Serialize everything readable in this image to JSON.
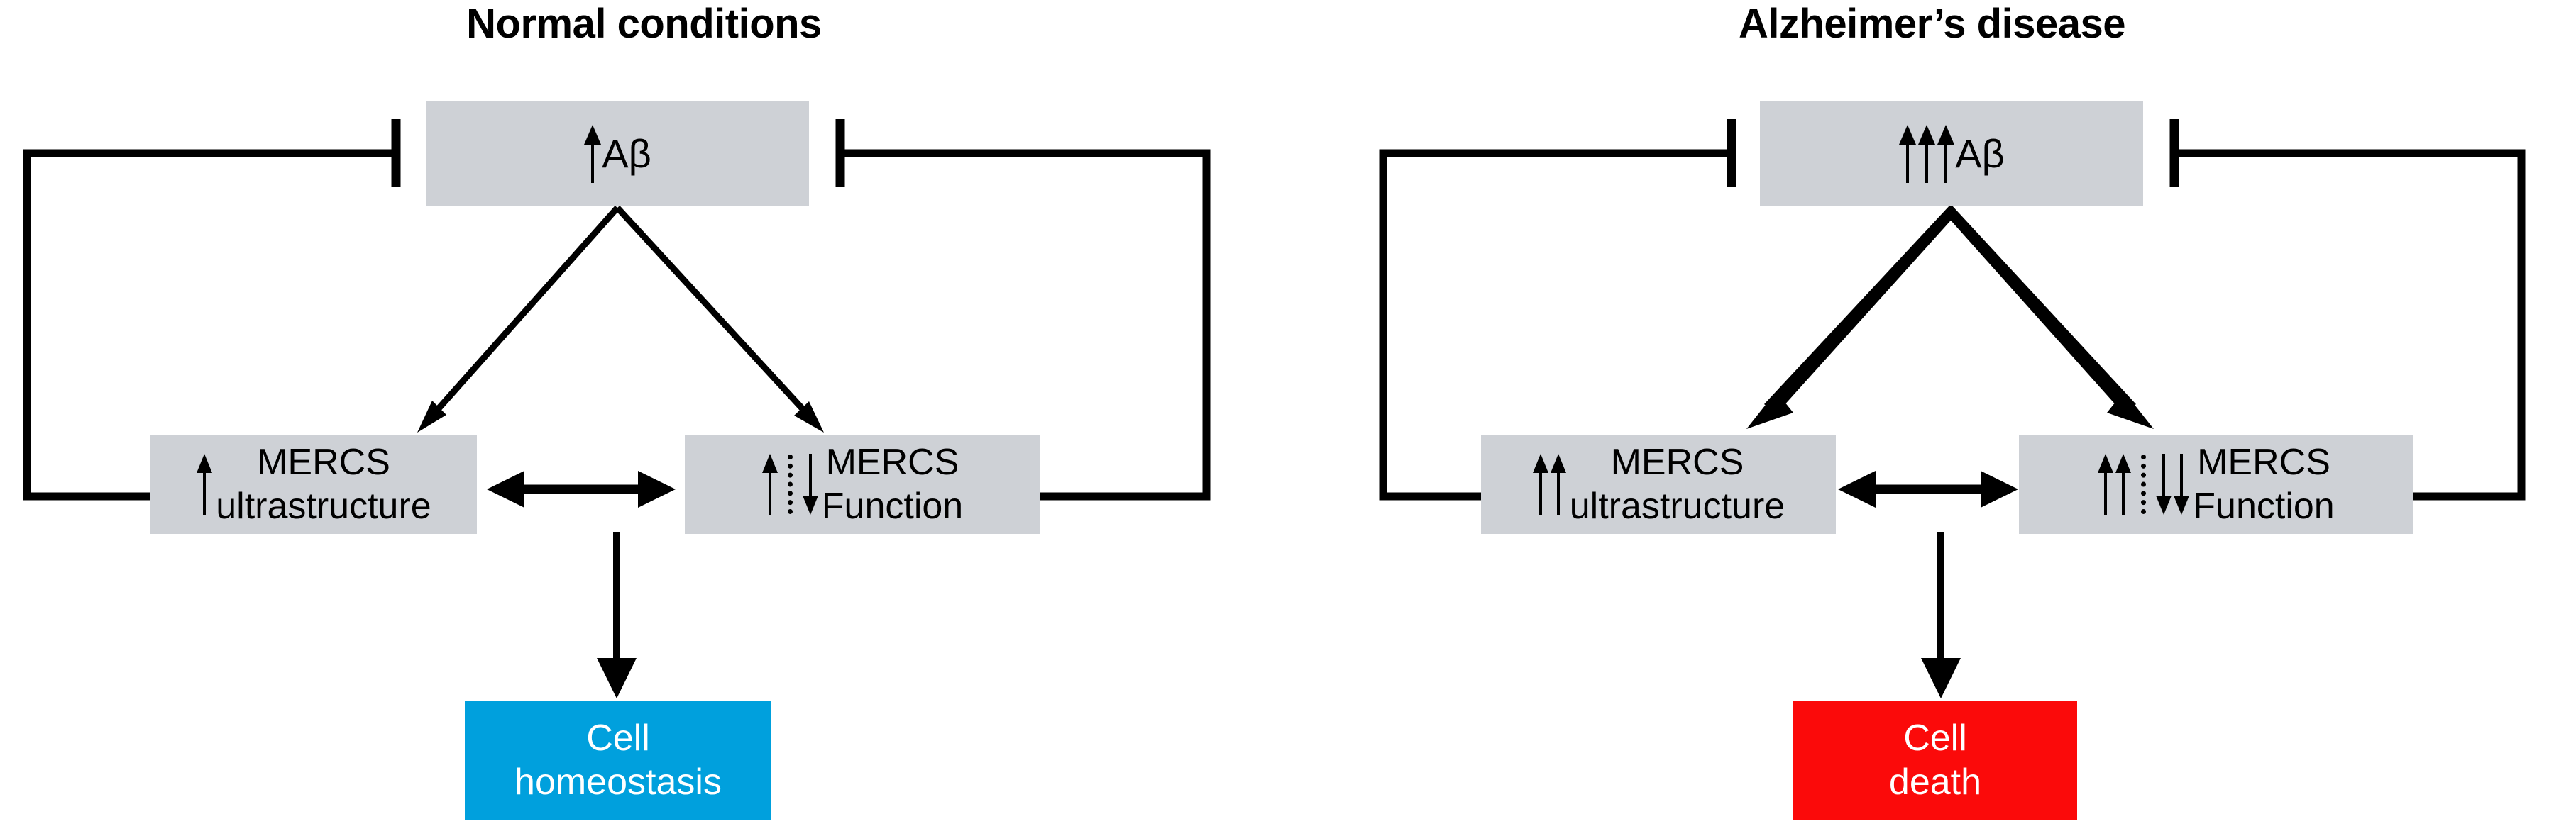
{
  "figure": {
    "background": "#ffffff",
    "colors": {
      "node_grey": "#ced1d6",
      "homeostasis_blue": "#00a0dd",
      "death_red": "#fb0a0a",
      "stroke_black": "#000000",
      "text_white": "#ffffff"
    }
  },
  "panels": [
    {
      "id": "normal",
      "title": "Normal conditions",
      "abeta": {
        "label": "Aβ",
        "up_arrows": 1,
        "down_arrows": 0,
        "icon": "up-arrow-icon"
      },
      "ultrastructure": {
        "line1": "MERCS",
        "line2": "ultrastructure",
        "up_arrows": 1,
        "down_arrows": 0
      },
      "function": {
        "line1": "MERCS",
        "line2": "Function",
        "up_arrows": 1,
        "down_arrows": 1,
        "separator": "dotted-vertical-divider"
      },
      "outcome": {
        "line1": "Cell",
        "line2": "homeostasis",
        "color": "#00a0dd"
      },
      "edges": {
        "branch_weight": "thin",
        "bidirectional_label": "",
        "feedback_left": "inhibition",
        "feedback_right": "inhibition"
      }
    },
    {
      "id": "alzheimers",
      "title": "Alzheimer’s disease",
      "abeta": {
        "label": "Aβ",
        "up_arrows": 3,
        "down_arrows": 0,
        "icon": "up-arrow-icon"
      },
      "ultrastructure": {
        "line1": "MERCS",
        "line2": "ultrastructure",
        "up_arrows": 2,
        "down_arrows": 0
      },
      "function": {
        "line1": "MERCS",
        "line2": "Function",
        "up_arrows": 2,
        "down_arrows": 2,
        "separator": "dotted-vertical-divider"
      },
      "outcome": {
        "line1": "Cell",
        "line2": "death",
        "color": "#fb0a0a"
      },
      "edges": {
        "branch_weight": "thick",
        "bidirectional_label": "",
        "feedback_left": "inhibition",
        "feedback_right": "inhibition"
      }
    }
  ]
}
